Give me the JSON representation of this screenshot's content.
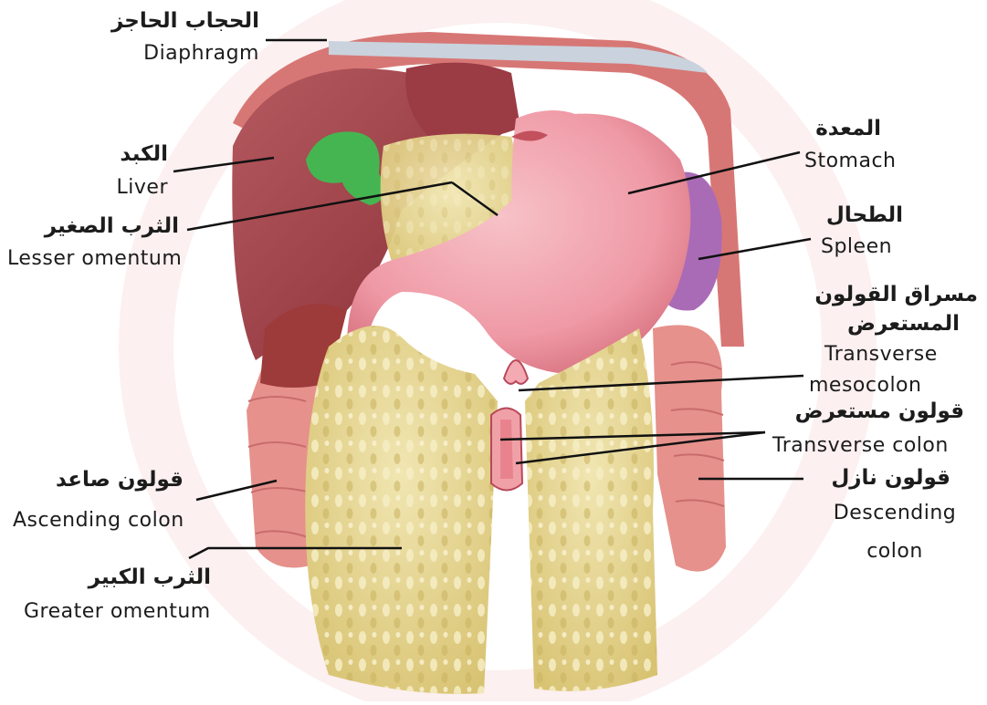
{
  "labels": {
    "diaphragm": {
      "ar": "الحجاب الحاجز",
      "en": "Diaphragm"
    },
    "liver": {
      "ar": "الكبد",
      "en": "Liver"
    },
    "lesser_omentum": {
      "ar": "الثرب الصغير",
      "en": "Lesser omentum"
    },
    "stomach": {
      "ar": "المعدة",
      "en": "Stomach"
    },
    "spleen": {
      "ar": "الطحال",
      "en": "Spleen"
    },
    "transverse_mesocolon": {
      "ar_line1": "مسراق القولون",
      "ar_line2": "المستعرض",
      "en_line1": "Transverse",
      "en_line2": "mesocolon"
    },
    "transverse_colon": {
      "ar": "قولون مستعرض",
      "en": "Transverse colon"
    },
    "ascending_colon": {
      "ar": "قولون صاعد",
      "en": "Ascending colon"
    },
    "descending_colon": {
      "ar": "قولون نازل",
      "en_line1": "Descending",
      "en_line2": "colon"
    },
    "greater_omentum": {
      "ar": "الثرب الكبير",
      "en": "Greater omentum"
    }
  },
  "colors": {
    "omentum": "#e9d98c",
    "stomach": "#ef9aa6",
    "liver": "#a8434a",
    "gallbladder": "#45b552",
    "spleen": "#a96bb6",
    "colon": "#e6918c",
    "leader_line": "#111111"
  }
}
